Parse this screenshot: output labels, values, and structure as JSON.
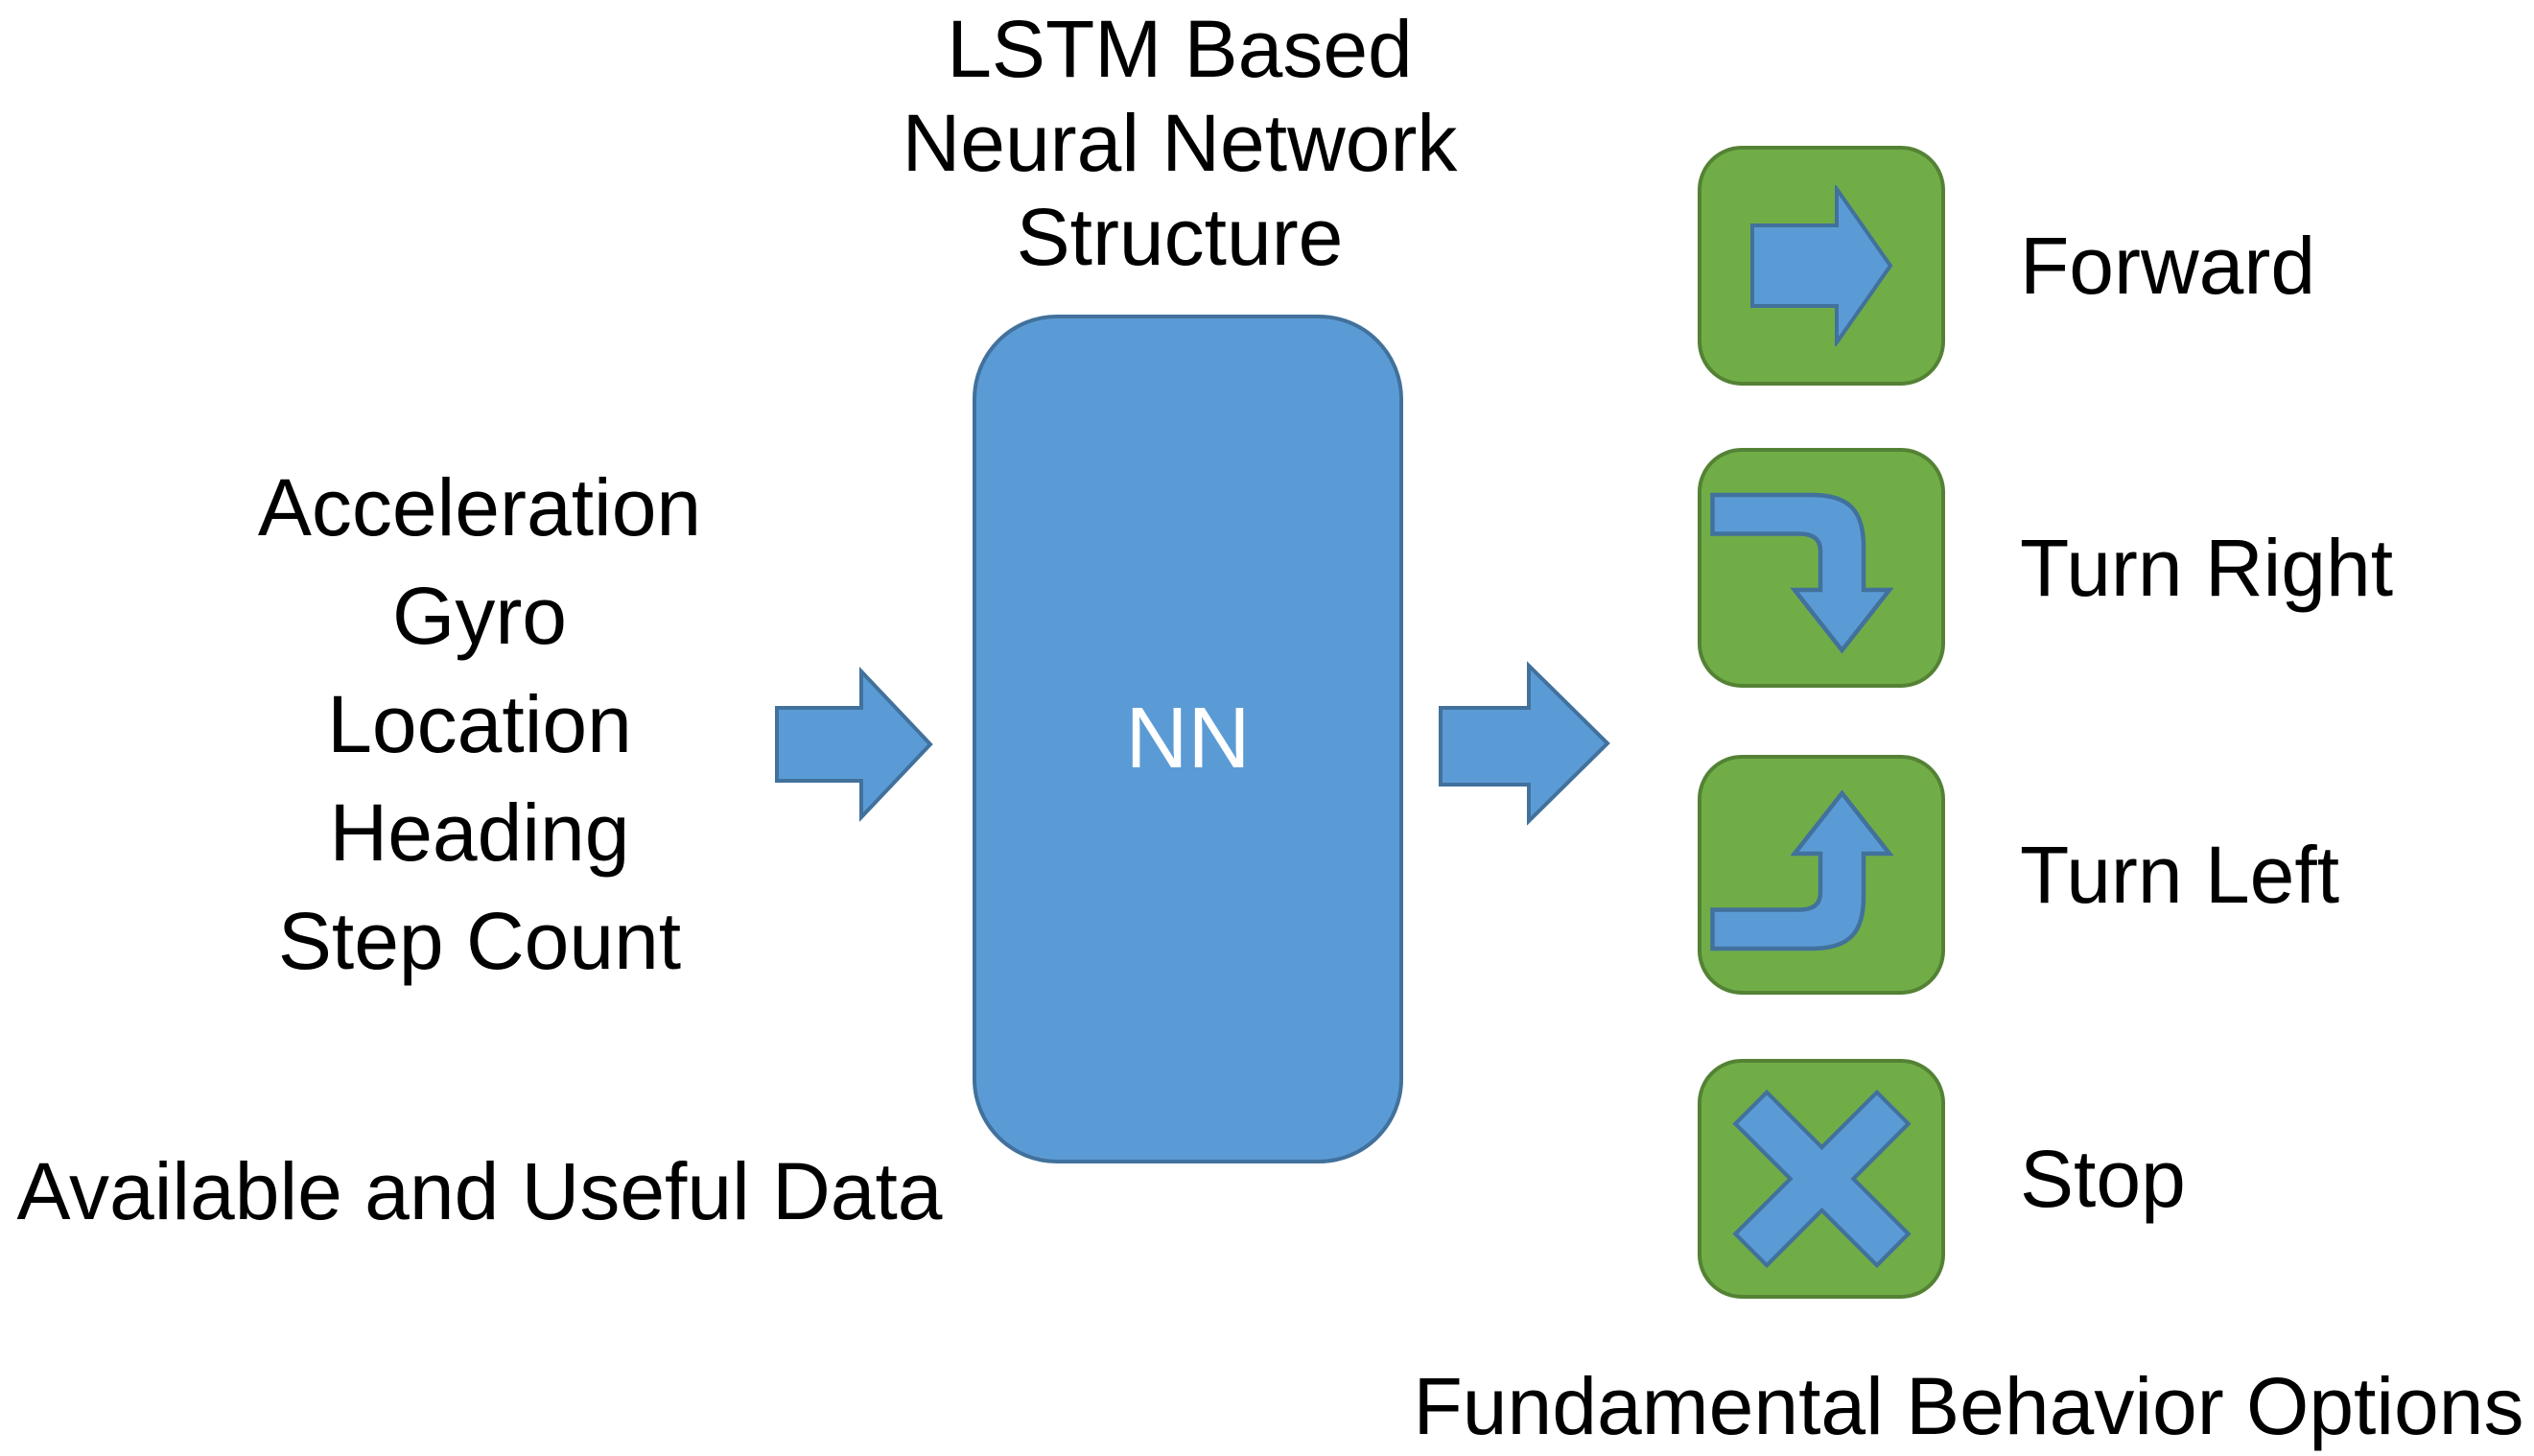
{
  "title": "LSTM Based\nNeural Network\nStructure",
  "inputs": {
    "items": [
      "Acceleration",
      "Gyro",
      "Location",
      "Heading",
      "Step Count"
    ],
    "caption": "Available and Useful Data"
  },
  "nn": {
    "label": "NN"
  },
  "outputs": {
    "items": [
      {
        "label": "Forward",
        "icon": "arrow-right-icon"
      },
      {
        "label": "Turn Right",
        "icon": "turn-right-icon"
      },
      {
        "label": "Turn Left",
        "icon": "turn-left-icon"
      },
      {
        "label": "Stop",
        "icon": "x-icon"
      }
    ],
    "caption": "Fundamental Behavior Options"
  },
  "colors": {
    "blue": "#5B9BD5",
    "blue_border": "#41719C",
    "green": "#70AD47",
    "green_border": "#548235"
  }
}
